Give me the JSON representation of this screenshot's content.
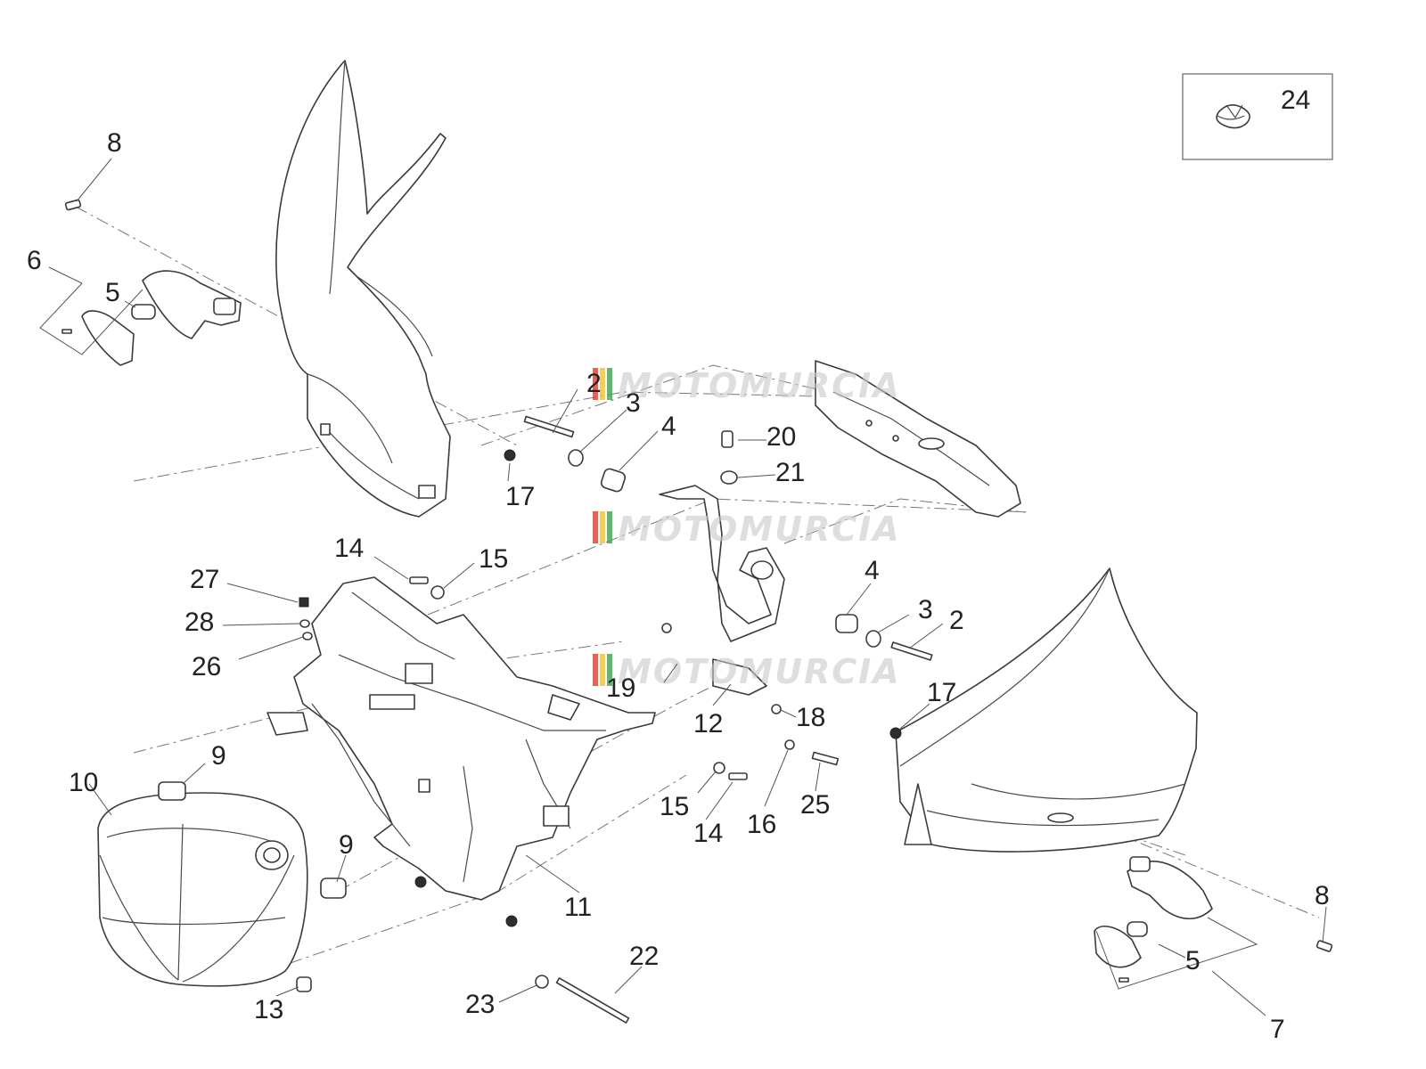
{
  "watermark": {
    "text": "MOTOMURCIA",
    "stripe_colors": [
      "#e63b2e",
      "#f2c230",
      "#3aa64a"
    ]
  },
  "inset": {
    "number": "24"
  },
  "callouts": {
    "c24": "24",
    "c8a": "8",
    "c6": "6",
    "c5a": "5",
    "c2a": "2",
    "c3a": "3",
    "c4a": "4",
    "c20": "20",
    "c21": "21",
    "c17a": "17",
    "c14a": "14",
    "c15a": "15",
    "c27": "27",
    "c28": "28",
    "c26": "26",
    "c4b": "4",
    "c3b": "3",
    "c2b": "2",
    "c17b": "17",
    "c19": "19",
    "c12": "12",
    "c18": "18",
    "c9a": "9",
    "c10": "10",
    "c15b": "15",
    "c14b": "14",
    "c16": "16",
    "c25": "25",
    "c9b": "9",
    "c11": "11",
    "c22": "22",
    "c13": "13",
    "c23": "23",
    "c8b": "8",
    "c5b": "5",
    "c7": "7"
  }
}
